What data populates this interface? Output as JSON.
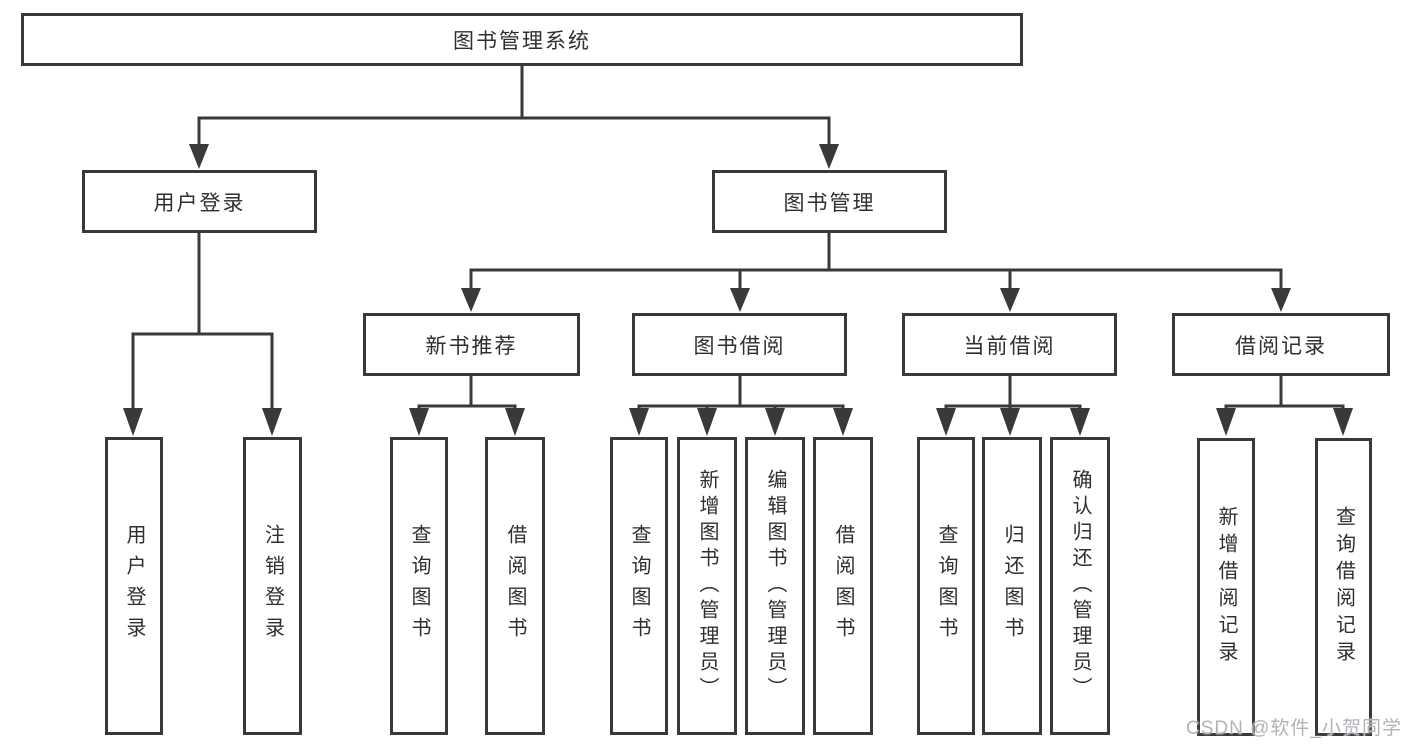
{
  "diagram": {
    "root": "图书管理系统",
    "branches": {
      "user": "用户登录",
      "book": "图书管理"
    },
    "modules": {
      "newbook": "新书推荐",
      "borrow": "图书借阅",
      "current": "当前借阅",
      "records": "借阅记录"
    },
    "leaves": {
      "user": [
        "用户登录",
        "注销登录"
      ],
      "newbook": [
        "查询图书",
        "借阅图书"
      ],
      "borrow": [
        "查询图书",
        "新增图书（管理员）",
        "编辑图书（管理员）",
        "借阅图书"
      ],
      "current": [
        "查询图书",
        "归还图书",
        "确认归还（管理员）"
      ],
      "records": [
        "新增借阅记录",
        "查询借阅记录"
      ]
    }
  },
  "watermark": "CSDN @软件_小贺同学",
  "colors": {
    "line": "#39393b",
    "box_background": "#ffffff",
    "text": "#2f2f31",
    "watermark": "#b2b2b8"
  }
}
